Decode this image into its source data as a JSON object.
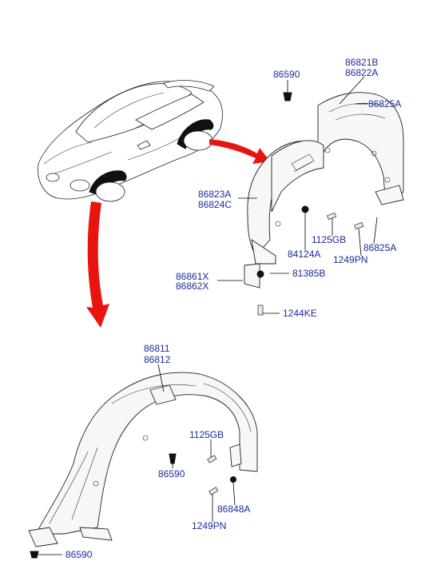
{
  "callouts": {
    "c86590_top": "86590",
    "c86821B": "86821B",
    "c86822A": "86822A",
    "c86825A_top": "86825A",
    "c86823A": "86823A",
    "c86824C": "86824C",
    "c1125GB_rear": "1125GB",
    "c84124A": "84124A",
    "c86825A_mid": "86825A",
    "c1249PN_rear": "1249PN",
    "c86861X": "86861X",
    "c86862X": "86862X",
    "c81385B": "81385B",
    "c1244KE": "1244KE",
    "c86811": "86811",
    "c86812": "86812",
    "c1125GB_front": "1125GB",
    "c86590_mid": "86590",
    "c86848A": "86848A",
    "c1249PN_front": "1249PN",
    "c86590_bottom": "86590"
  },
  "colors": {
    "callout_text": "#1c2a9c",
    "arrow": "#e8140f",
    "line": "#000000"
  }
}
